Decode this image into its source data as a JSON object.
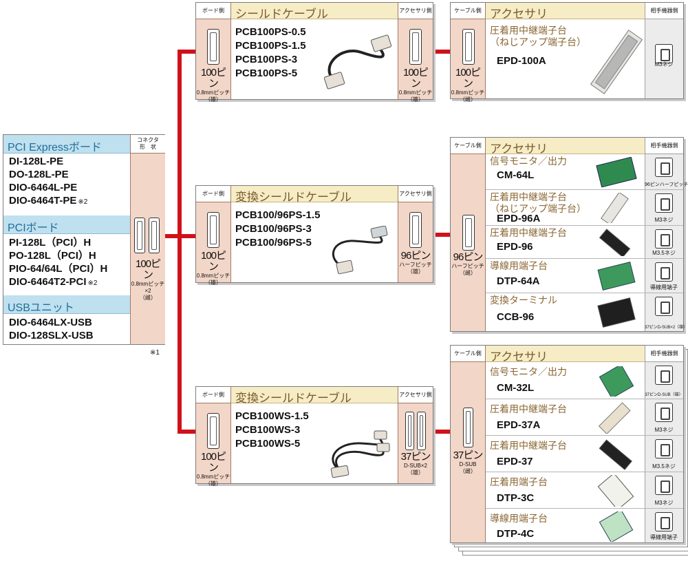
{
  "board_panel": {
    "groups": [
      {
        "title": "PCI Expressボード",
        "items": [
          "DI-128L-PE",
          "DO-128L-PE",
          "DIO-6464L-PE",
          "DIO-6464T-PE"
        ]
      },
      {
        "title": "PCIボード",
        "items": [
          "PI-128L（PCI）H",
          "PO-128L（PCI）H",
          "PIO-64/64L（PCI）H",
          "DIO-6464T2-PCI"
        ]
      },
      {
        "title": "USBユニット",
        "items": [
          "DIO-6464LX-USB",
          "DIO-128SLX-USB"
        ]
      }
    ],
    "note_mark": "※2",
    "connector_header": [
      "コネクタ",
      "形　状"
    ],
    "connector": {
      "pins": "100ピン",
      "pitch": "0.8mmピッチ×2",
      "gender": "（雌）"
    },
    "footnote": "※1"
  },
  "cable_panels": [
    {
      "board_side": "ボード側",
      "accessory_side": "アクセサリ側",
      "title": "シールドケーブル",
      "models": [
        "PCB100PS-0.5",
        "PCB100PS-1.5",
        "PCB100PS-3",
        "PCB100PS-5"
      ],
      "left_conn": {
        "pins": "100ピン",
        "pitch": "0.8mmピッチ",
        "gender": "（雄）"
      },
      "right_conn": {
        "pins": "100ピン",
        "pitch": "0.8mmピッチ",
        "gender": "（雄）"
      }
    },
    {
      "board_side": "ボード側",
      "accessory_side": "アクセサリ側",
      "title": "変換シールドケーブル",
      "models": [
        "PCB100/96PS-1.5",
        "PCB100/96PS-3",
        "PCB100/96PS-5"
      ],
      "left_conn": {
        "pins": "100ピン",
        "pitch": "0.8mmピッチ",
        "gender": "（雄）"
      },
      "right_conn": {
        "pins": "96ピン",
        "pitch": "ハーフピッチ",
        "gender": "（雄）"
      }
    },
    {
      "board_side": "ボード側",
      "accessory_side": "アクセサリ側",
      "title": "変換シールドケーブル",
      "models": [
        "PCB100WS-1.5",
        "PCB100WS-3",
        "PCB100WS-5"
      ],
      "left_conn": {
        "pins": "100ピン",
        "pitch": "0.8mmピッチ",
        "gender": "（雄）"
      },
      "right_conn": {
        "pins": "37ピン",
        "pitch": "D-SUB×2",
        "gender": "（雄）"
      }
    }
  ],
  "accessory_panels": [
    {
      "cable_side": "ケーブル側",
      "mate_side": "相手機器側",
      "title": "アクセサリ",
      "conn": {
        "pins": "100ピン",
        "pitch": "0.8mmピッチ",
        "gender": "（雌）"
      },
      "rows": [
        {
          "category": "圧着用中継端子台\n（ねじアップ端子台）",
          "model": "EPD-100A",
          "mate": "M3ネジ"
        }
      ]
    },
    {
      "cable_side": "ケーブル側",
      "mate_side": "相手機器側",
      "title": "アクセサリ",
      "conn": {
        "pins": "96ピン",
        "pitch": "ハーフピッチ",
        "gender": "（雌）"
      },
      "rows": [
        {
          "category": "信号モニタ／出力",
          "model": "CM-64L",
          "mate": "96ピンハーフピッチ（雄）"
        },
        {
          "category": "圧着用中継端子台\n（ねじアップ端子台）",
          "model": "EPD-96A",
          "mate": "M3ネジ"
        },
        {
          "category": "圧着用中継端子台",
          "model": "EPD-96",
          "mate": "M3.5ネジ"
        },
        {
          "category": "導線用端子台",
          "model": "DTP-64A",
          "mate": "導線用端子"
        },
        {
          "category": "変換ターミナル",
          "model": "CCB-96",
          "mate": "37ピンD-SUB×2（雄）"
        }
      ]
    },
    {
      "cable_side": "ケーブル側",
      "mate_side": "相手機器側",
      "title": "アクセサリ",
      "conn": {
        "pins": "37ピン",
        "pitch": "D-SUB",
        "gender": "（雌）"
      },
      "rows": [
        {
          "category": "信号モニタ／出力",
          "model": "CM-32L",
          "mate": "37ピンD-SUB（雄）"
        },
        {
          "category": "圧着用中継端子台",
          "model": "EPD-37A",
          "mate": "M3ネジ"
        },
        {
          "category": "圧着用中継端子台",
          "model": "EPD-37",
          "mate": "M3.5ネジ"
        },
        {
          "category": "圧着用端子台",
          "model": "DTP-3C",
          "mate": "M3ネジ"
        },
        {
          "category": "導線用端子台",
          "model": "DTP-4C",
          "mate": "導線用端子"
        }
      ]
    }
  ],
  "colors": {
    "wire": "#d0111a",
    "group_header": "#bfe0ef",
    "connector_column": "#f2d6c7",
    "title_bar": "#f6ecc6"
  }
}
